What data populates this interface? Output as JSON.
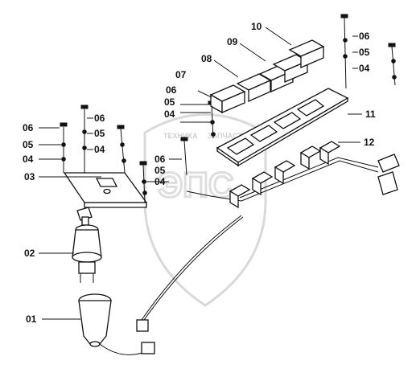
{
  "diagram": {
    "callouts": [
      {
        "id": "01",
        "text": "01"
      },
      {
        "id": "02",
        "text": "02"
      },
      {
        "id": "03",
        "text": "03"
      },
      {
        "id": "04a",
        "text": "04"
      },
      {
        "id": "04b",
        "text": "04"
      },
      {
        "id": "04c",
        "text": "04"
      },
      {
        "id": "04d",
        "text": "04"
      },
      {
        "id": "04e",
        "text": "04"
      },
      {
        "id": "05a",
        "text": "05"
      },
      {
        "id": "05b",
        "text": "05"
      },
      {
        "id": "05c",
        "text": "05"
      },
      {
        "id": "05d",
        "text": "05"
      },
      {
        "id": "05e",
        "text": "05"
      },
      {
        "id": "06a",
        "text": "06"
      },
      {
        "id": "06b",
        "text": "06"
      },
      {
        "id": "06c",
        "text": "06"
      },
      {
        "id": "06d",
        "text": "06"
      },
      {
        "id": "06e",
        "text": "06"
      },
      {
        "id": "07",
        "text": "07"
      },
      {
        "id": "08",
        "text": "08"
      },
      {
        "id": "09",
        "text": "09"
      },
      {
        "id": "10",
        "text": "10"
      },
      {
        "id": "11",
        "text": "11"
      },
      {
        "id": "12",
        "text": "12"
      }
    ],
    "watermark": {
      "line1": "ТЕХНИКА",
      "line2": "ЗАПЧАСТИ"
    }
  }
}
